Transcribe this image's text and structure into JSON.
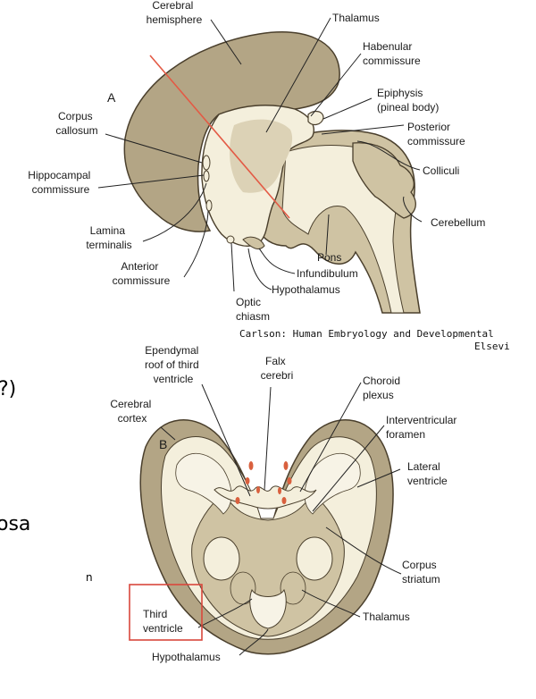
{
  "panels": {
    "a": "A",
    "b": "B"
  },
  "credit": {
    "line1": "Carlson: Human Embryology and Developmental",
    "line2": "Elsevi"
  },
  "background_fragments": {
    "f1": "?)",
    "f2": "osa",
    "f3": "n"
  },
  "labels_a": {
    "cerebral_hemisphere": [
      "Cerebral",
      "hemisphere"
    ],
    "thalamus": [
      "Thalamus"
    ],
    "habenular_commissure": [
      "Habenular",
      "commissure"
    ],
    "epiphysis": [
      "Epiphysis",
      "(pineal body)"
    ],
    "posterior_commissure": [
      "Posterior",
      "commissure"
    ],
    "colliculi": [
      "Colliculi"
    ],
    "cerebellum": [
      "Cerebellum"
    ],
    "pons": [
      "Pons"
    ],
    "infundibulum": [
      "Infundibulum"
    ],
    "hypothalamus": [
      "Hypothalamus"
    ],
    "optic_chiasm": [
      "Optic",
      "chiasm"
    ],
    "anterior_commissure": [
      "Anterior",
      "commissure"
    ],
    "lamina_terminalis": [
      "Lamina",
      "terminalis"
    ],
    "hippocampal_commissure": [
      "Hippocampal",
      "commissure"
    ],
    "corpus_callosum": [
      "Corpus",
      "callosum"
    ]
  },
  "labels_b": {
    "ependymal_roof": [
      "Ependymal",
      "roof of third",
      "ventricle"
    ],
    "falx_cerebri": [
      "Falx",
      "cerebri"
    ],
    "choroid_plexus": [
      "Choroid",
      "plexus"
    ],
    "interventricular_foramen": [
      "Interventricular",
      "foramen"
    ],
    "lateral_ventricle": [
      "Lateral",
      "ventricle"
    ],
    "corpus_striatum": [
      "Corpus",
      "striatum"
    ],
    "thalamus": [
      "Thalamus"
    ],
    "hypothalamus": [
      "Hypothalamus"
    ],
    "third_ventricle": [
      "Third",
      "ventricle"
    ],
    "cerebral_cortex": [
      "Cerebral",
      "cortex"
    ]
  },
  "colors": {
    "tissue_dark": "#b3a585",
    "tissue_light": "#f4efdc",
    "tissue_mid": "#cfc3a3",
    "outline": "#4a3f2c",
    "cut_line": "#e35a45",
    "choroid": "#d9603e",
    "highlight_box": "#d9473c"
  }
}
